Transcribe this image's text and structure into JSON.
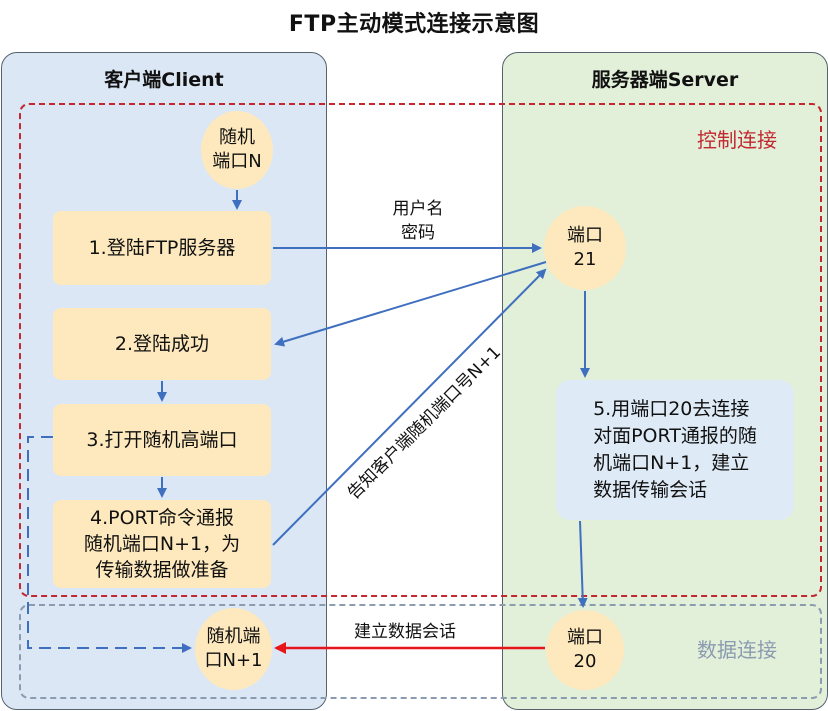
{
  "title": "FTP主动模式连接示意图",
  "client": {
    "title": "客户端Client"
  },
  "server": {
    "title": "服务器端Server"
  },
  "zones": {
    "control": "控制连接",
    "data": "数据连接"
  },
  "nodes": {
    "random_port_n": {
      "line1": "随机",
      "line2": "端口N"
    },
    "step1": "1.登陆FTP服务器",
    "step2": "2.登陆成功",
    "step3": "3.打开随机高端口",
    "step4": {
      "line1": "4.PORT命令通报",
      "line2": "随机端口N+1，为",
      "line3": "传输数据做准备"
    },
    "port21": {
      "line1": "端口",
      "line2": "21"
    },
    "step5": {
      "line1": "5.用端口20去连接",
      "line2": "对面PORT通报的随",
      "line3": "机端口N+1，建立",
      "line4": "数据传输会话"
    },
    "port20": {
      "line1": "端口",
      "line2": "20"
    },
    "random_port_n1": {
      "line1": "随机端",
      "line2": "口N+1"
    }
  },
  "edges": {
    "credentials": {
      "line1": "用户名",
      "line2": "密码"
    },
    "notify_port": "告知客户端随机端口号N+1",
    "data_session": "建立数据会话"
  },
  "colors": {
    "arrow": "#3f6fbf",
    "data_arrow": "#e8141c",
    "control_border": "#c3272f",
    "data_border": "#8b9bb0"
  }
}
